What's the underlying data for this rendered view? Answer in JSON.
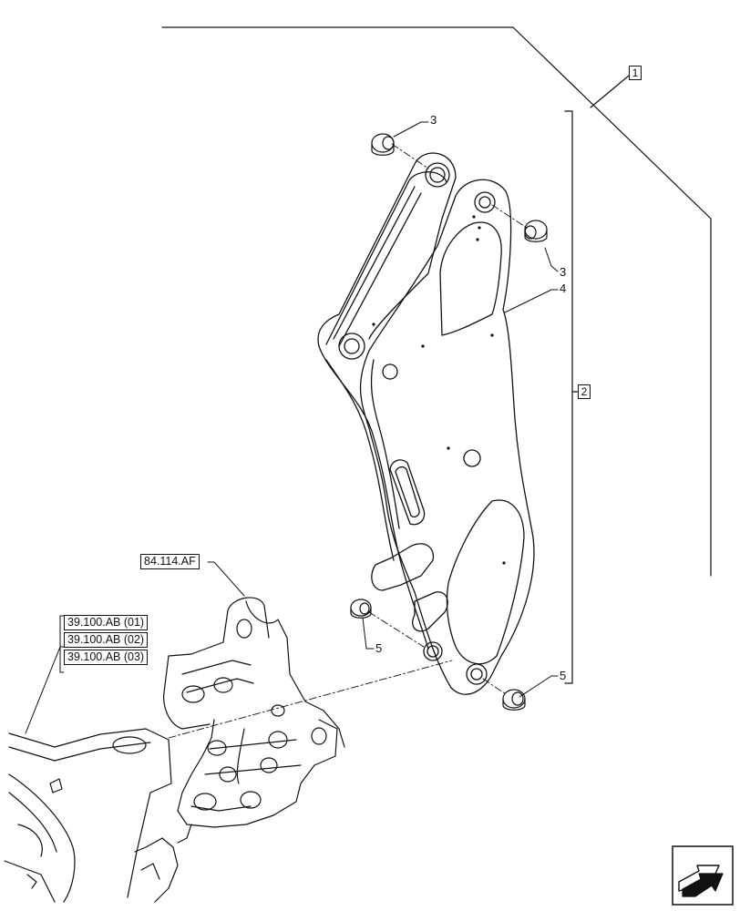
{
  "references": {
    "upper": "84.114.AF",
    "lower": [
      "39.100.AB (01)",
      "39.100.AB (02)",
      "39.100.AB (03)"
    ]
  },
  "callouts": {
    "assembly": "1",
    "subassembly": "2",
    "bushing_top": "3",
    "bushing_right": "3",
    "arm": "4",
    "bushing_lower_left": "5",
    "bushing_lower_right": "5"
  },
  "icons": {
    "navigation": "next-page-arrow-icon"
  }
}
